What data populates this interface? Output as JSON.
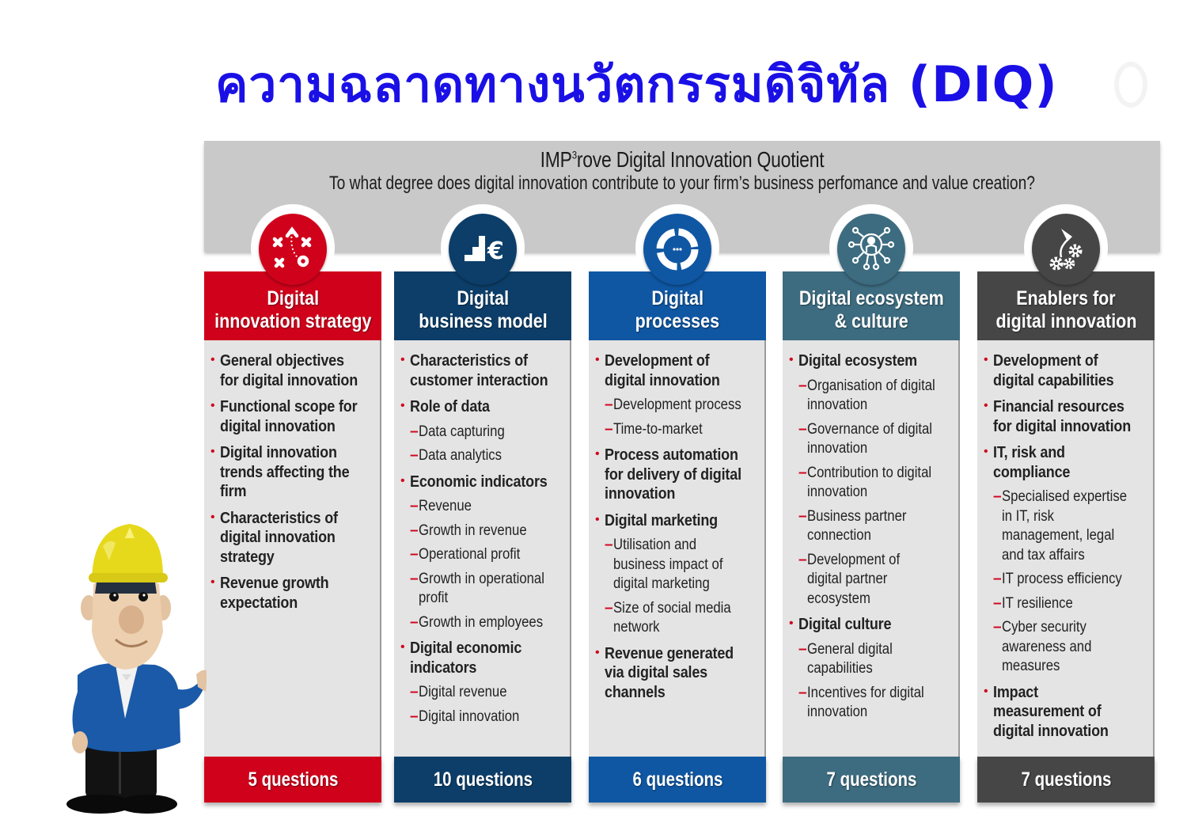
{
  "page": {
    "title": "ความฉลาดทางนวัตกรรมดิจิทัล (DIQ)"
  },
  "header": {
    "title_prefix": "IMP",
    "title_sup": "3",
    "title_suffix": "rove Digital Innovation Quotient",
    "subtitle": "To what degree does digital innovation contribute to your firm’s business perfomance and value creation?"
  },
  "columns": [
    {
      "id": "strategy",
      "color": "#d0021b",
      "icon": "strategy-play-icon",
      "title_lines": [
        "Digital",
        "innovation strategy"
      ],
      "items": [
        {
          "text": "General objectives for digital innovation",
          "subs": []
        },
        {
          "text": "Functional scope for digital innovation",
          "subs": []
        },
        {
          "text": "Digital innovation trends affecting the firm",
          "subs": []
        },
        {
          "text": "Characteristics of digital innovation strategy",
          "subs": []
        },
        {
          "text": "Revenue growth expectation",
          "subs": []
        }
      ],
      "questions": "5 questions"
    },
    {
      "id": "business-model",
      "color": "#0c3e69",
      "icon": "stairs-euro-icon",
      "title_lines": [
        "Digital",
        "business model"
      ],
      "items": [
        {
          "text": "Characteristics of customer interaction",
          "subs": []
        },
        {
          "text": "Role of data",
          "subs": [
            "Data capturing",
            "Data analytics"
          ]
        },
        {
          "text": "Economic indicators",
          "subs": [
            "Revenue",
            "Growth in revenue",
            "Operational profit",
            "Growth in operational profit",
            "Growth in employees"
          ]
        },
        {
          "text": "Digital economic indicators",
          "subs": [
            "Digital revenue",
            "Digital innovation"
          ]
        }
      ],
      "questions": "10 questions"
    },
    {
      "id": "processes",
      "color": "#0f57a3",
      "icon": "cycle-arrows-icon",
      "title_lines": [
        "Digital",
        "processes"
      ],
      "items": [
        {
          "text": "Development of digital innovation",
          "subs": [
            "Development process",
            "Time-to-market"
          ]
        },
        {
          "text": "Process automation for delivery of digital innovation",
          "subs": []
        },
        {
          "text": "Digital marketing",
          "subs": [
            "Utilisation and business impact of digital marketing",
            "Size of social media network"
          ]
        },
        {
          "text": "Revenue generated via digital sales channels",
          "subs": []
        }
      ],
      "questions": "6 questions"
    },
    {
      "id": "ecosystem",
      "color": "#3d6c80",
      "icon": "network-person-icon",
      "title_lines": [
        "Digital ecosystem",
        "& culture"
      ],
      "items": [
        {
          "text": "Digital ecosystem",
          "subs": [
            "Organisation of digital innovation",
            "Governance of digital innovation",
            "Contribution to digital innovation",
            "Business partner connection",
            "Development of digital partner ecosystem"
          ]
        },
        {
          "text": "Digital culture",
          "subs": [
            "General digital capabilities",
            "Incentives for digital innovation"
          ]
        }
      ],
      "questions": "7 questions"
    },
    {
      "id": "enablers",
      "color": "#464646",
      "icon": "gears-icon",
      "title_lines": [
        "Enablers for",
        "digital innovation"
      ],
      "items": [
        {
          "text": "Development of digital capabilities",
          "subs": []
        },
        {
          "text": "Financial resources for digital innovation",
          "subs": []
        },
        {
          "text": "IT, risk and compliance",
          "subs": [
            "Specialised expertise in IT, risk management, legal and tax affairs",
            "IT process efficiency",
            "IT resilience",
            "Cyber security awareness and measures"
          ]
        },
        {
          "text": "Impact measurement of digital innovation",
          "subs": []
        }
      ],
      "questions": "7 questions"
    }
  ],
  "illustration": {
    "name": "construction-worker-mascot"
  }
}
